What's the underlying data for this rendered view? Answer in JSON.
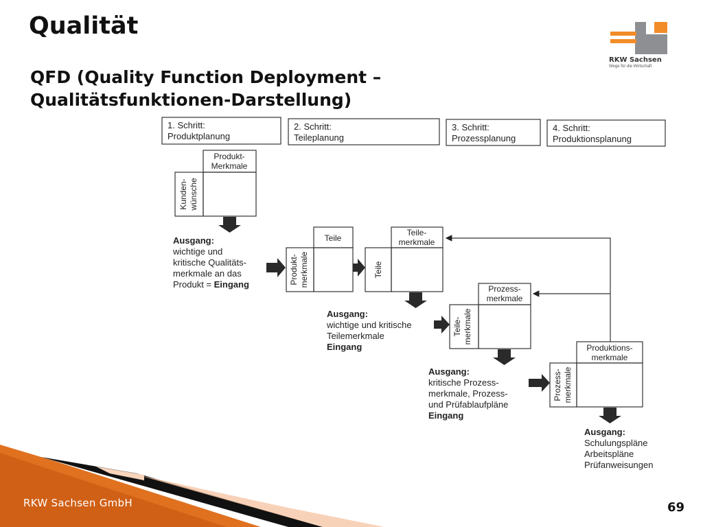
{
  "slide": {
    "title": "Qualität",
    "subtitle_line1": "QFD (Quality Function Deployment –",
    "subtitle_line2": "Qualitätsfunktionen-Darstellung)",
    "logo_name": "RKW Sachsen",
    "logo_tagline": "Wege für die Wirtschaft",
    "footer_company": "RKW Sachsen GmbH",
    "page_number": "69"
  },
  "steps": [
    {
      "line1": "1. Schritt:",
      "line2": "Produktplanung"
    },
    {
      "line1": "2. Schritt:",
      "line2": "Teileplanung"
    },
    {
      "line1": "3. Schritt:",
      "line2": "Prozessplanung"
    },
    {
      "line1": "4. Schritt:",
      "line2": "Produktionsplanung"
    }
  ],
  "matrices": [
    {
      "top1": "Produkt-",
      "top2": "Merkmale",
      "side1": "Kunden-",
      "side2": "wünsche"
    },
    {
      "top1": "Teile",
      "top2": "",
      "side1": "Produkt-",
      "side2": "merkmale"
    },
    {
      "top1": "Teile-",
      "top2": "merkmale",
      "side1": "Teile",
      "side2": ""
    },
    {
      "top1": "Prozess-",
      "top2": "merkmale",
      "side1": "Teile-",
      "side2": "merkmale"
    },
    {
      "top1": "Produktions-",
      "top2": "merkmale",
      "side1": "Prozess-",
      "side2": "merkmale"
    }
  ],
  "outputs": [
    {
      "head": "Ausgang:",
      "lines": [
        "wichtige und",
        "kritische Qualitäts-",
        "merkmale an das"
      ],
      "last_plain": "Produkt = ",
      "last_bold": "Eingang"
    },
    {
      "head": "Ausgang:",
      "lines": [
        "wichtige und kritische",
        "Teilemerkmale"
      ],
      "last_plain": "",
      "last_bold": "Eingang"
    },
    {
      "head": "Ausgang:",
      "lines": [
        "kritische Prozess-",
        "merkmale, Prozess-",
        "und Prüfablaufpläne"
      ],
      "last_plain": "",
      "last_bold": "Eingang"
    },
    {
      "head": "Ausgang:",
      "lines": [
        "Schulungspläne",
        "Arbeitspläne",
        "Prüfanweisungen"
      ],
      "last_plain": "",
      "last_bold": ""
    }
  ]
}
